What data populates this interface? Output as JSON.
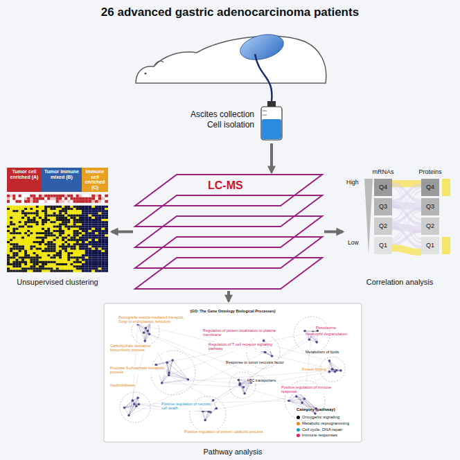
{
  "diagram": {
    "title": "26 advanced gastric adenocarcinoma patients",
    "nodes": [
      {
        "text": [
          "Ascites collection Cell isolation"
        ]
      },
      {
        "text": [
          "LC-MS"
        ]
      },
      {
        "text": [
          "Unsupervised clustering"
        ]
      },
      {
        "text": [
          "Tumor cell enriched (A)"
        ],
        "in": 2
      },
      {
        "text": [
          "Tumor immune mixed (B)"
        ],
        "in": 2
      },
      {
        "text": [
          "Immune cell enriched (C)"
        ],
        "in": 2
      },
      {
        "text": [
          "Correlation analysis"
        ]
      },
      {
        "text": [
          "Q4"
        ],
        "in": 6
      },
      {
        "text": [
          "Q3"
        ],
        "in": 6
      },
      {
        "text": [
          "Q2"
        ],
        "in": 6
      },
      {
        "text": [
          "Q1"
        ],
        "in": 6
      },
      {
        "text": [
          "Q4"
        ],
        "in": 6
      },
      {
        "text": [
          "Q3"
        ],
        "in": 6
      },
      {
        "text": [
          "Q2"
        ],
        "in": 6
      },
      {
        "text": [
          "Q1"
        ],
        "in": 6
      },
      {
        "text": [
          "Pathway analysis"
        ]
      }
    ],
    "edges": [
      {
        "from": 0,
        "to": 1,
        "arrow": "to"
      },
      {
        "from": 1,
        "to": 2,
        "arrow": "to"
      },
      {
        "from": 1,
        "to": 6,
        "arrow": "to"
      },
      {
        "from": 1,
        "to": 15,
        "arrow": "to"
      }
    ],
    "labels": [
      "mRNAs",
      "Proteins",
      "High",
      "Low",
      "Category (pathway)",
      "(GO: The Gene Ontology Biological Processes)",
      "Retrograde vesicle-mediated transport, Golgi to endoplasmic reticulum",
      "Peroxisome",
      "Neutrophil degranulation",
      "Regulation of protein localization to plasma membrane",
      "Regulation of T cell receptor signaling pathway",
      "Carbohydrate derivative biosynthetic process",
      "Metabolism of lipids",
      "Response to tumor necrosis factor",
      "Fructose 6-phosphate metabolic process",
      "Protein folding",
      "ABC transporters",
      "Nephrolithiasis",
      "Positive regulation of necrotic cell death",
      "Positive regulation of immune response",
      "Positive regulation of protein catabolic process"
    ],
    "legend": [
      {
        "text": "Oncogenic signaling",
        "color": "#000000"
      },
      {
        "text": "Metabolic reprogramming",
        "color": "#e08a1e"
      },
      {
        "text": "Cell cycle, DNA repair",
        "color": "#1b9cc4"
      },
      {
        "text": "Immune responses",
        "color": "#d6246e"
      }
    ]
  }
}
